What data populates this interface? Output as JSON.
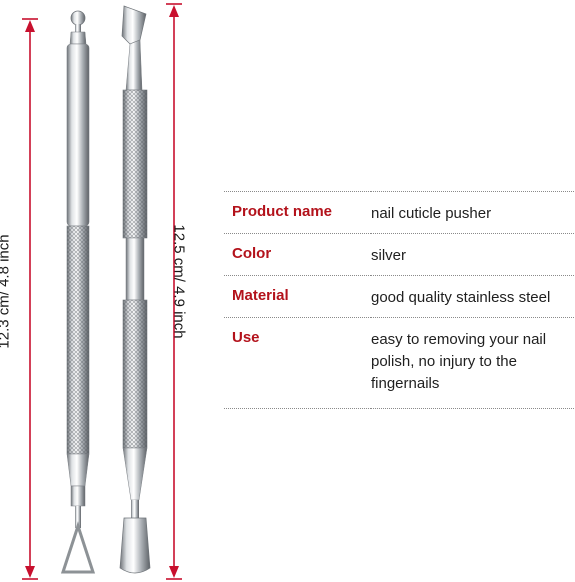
{
  "dimensions": {
    "left_tool": "12.3 cm/ 4.8 inch",
    "right_tool": "12.5 cm/ 4.9 inch"
  },
  "colors": {
    "arrow": "#c8102e",
    "label": "#b3121b",
    "steel": "#c4c7cb"
  },
  "specs": [
    {
      "key": "Product name",
      "value": "nail cuticle pusher"
    },
    {
      "key": "Color",
      "value": "silver"
    },
    {
      "key": "Material",
      "value": "good quality stainless steel"
    },
    {
      "key": "Use",
      "value": "easy  to removing your nail polish, no injury to the fingernails"
    }
  ]
}
